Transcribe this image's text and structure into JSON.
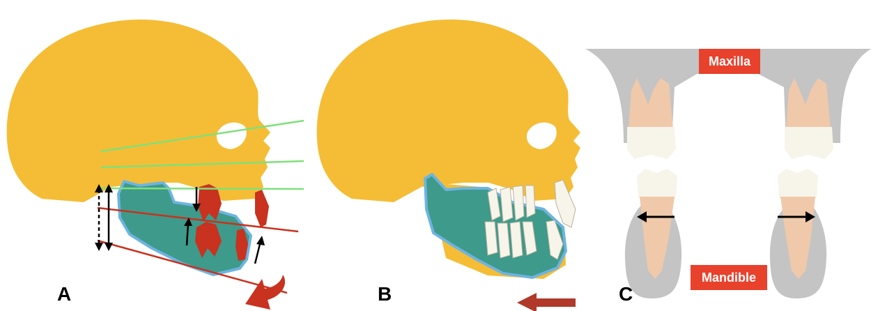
{
  "panels": {
    "a": {
      "letter": "A"
    },
    "b": {
      "letter": "B"
    },
    "c": {
      "letter": "C",
      "upper_label": "Maxilla",
      "lower_label": "Mandible"
    }
  },
  "colors": {
    "skull": "#f5bd35",
    "mandible_fill": "#3e9a8a",
    "mandible_outline": "#6db4e0",
    "teeth_red": "#c8321f",
    "plane_green": "#7fe07a",
    "plane_red": "#c8321f",
    "arrow_black": "#000000",
    "rotation_arrow": "#c8321f",
    "forward_arrow": "#b0392a",
    "bone_grey": "#c4c4c4",
    "tooth_root": "#efc9aa",
    "tooth_crown": "#f7f4ea",
    "label_bg": "#e8412c"
  },
  "icons": {
    "rotation": "curved-rotation-arrow",
    "forward": "left-arrow",
    "growth": "vertical-double-arrow"
  }
}
